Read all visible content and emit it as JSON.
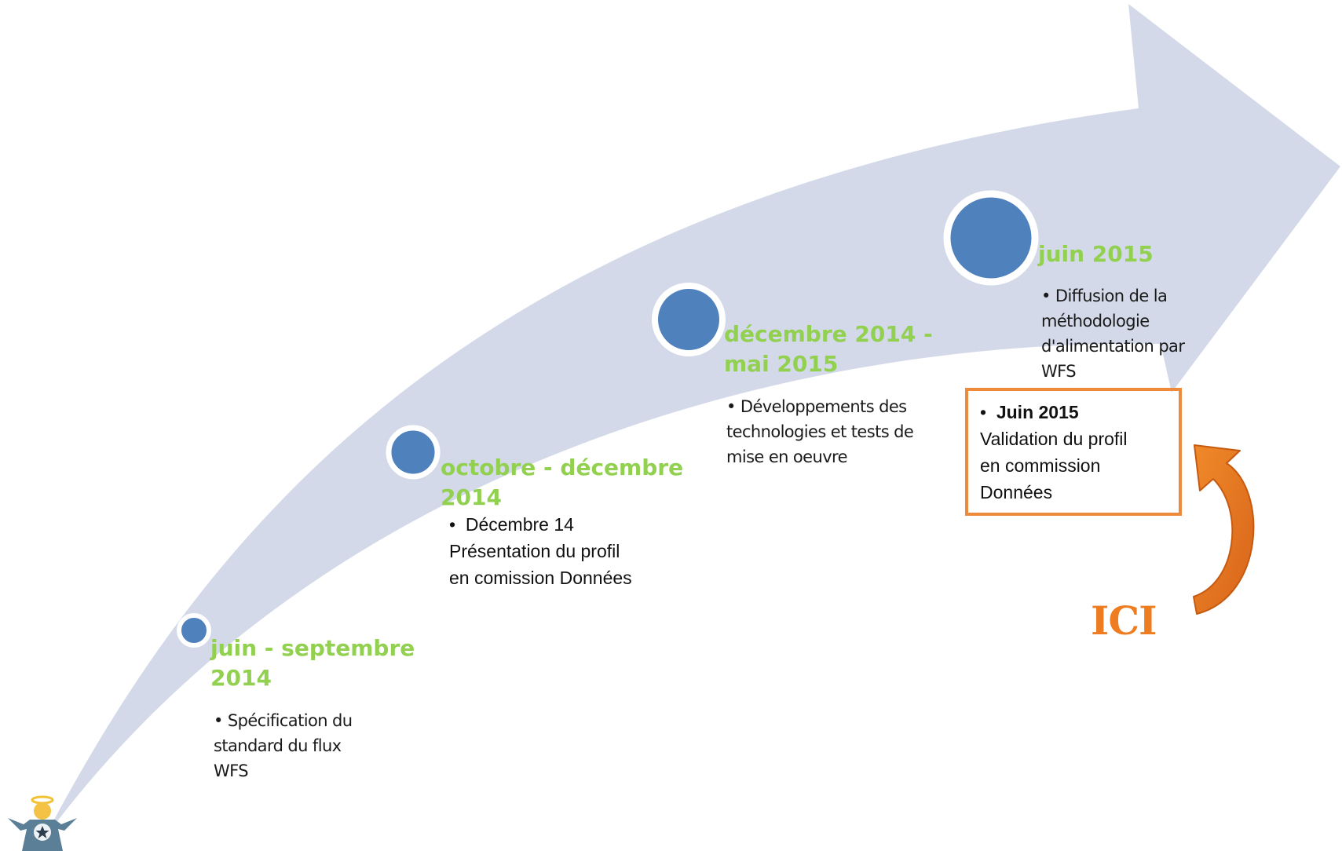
{
  "milestones": [
    {
      "title": "juin - septembre\n2014",
      "bullets": [
        "Spécification du\nstandard du flux\nWFS"
      ]
    },
    {
      "title": "octobre - décembre\n2014",
      "note_head": "Décembre 14",
      "note_body": "Présentation du profil\nen comission Données"
    },
    {
      "title": "décembre 2014 -\nmai 2015",
      "bullets": [
        "Développements des\ntechnologies et tests de\nmise en oeuvre"
      ]
    },
    {
      "title": "juin 2015",
      "bullets": [
        "Diffusion de la\nméthodologie\nd'alimentation par\nWFS"
      ]
    }
  ],
  "callout": {
    "head": "Juin 2015",
    "body": "Validation du profil\nen commission\nDonnées",
    "pointer_label": "ICI"
  },
  "colors": {
    "arrow_fill": "#d3d9e8",
    "milestone_circle": "#4f81bd",
    "milestone_ring": "#ffffff",
    "title_green": "#92d050",
    "callout_orange": "#ed8b3a"
  },
  "icons": {
    "mascot": "angel-mascot-icon",
    "pointer": "curved-arrow-icon"
  }
}
